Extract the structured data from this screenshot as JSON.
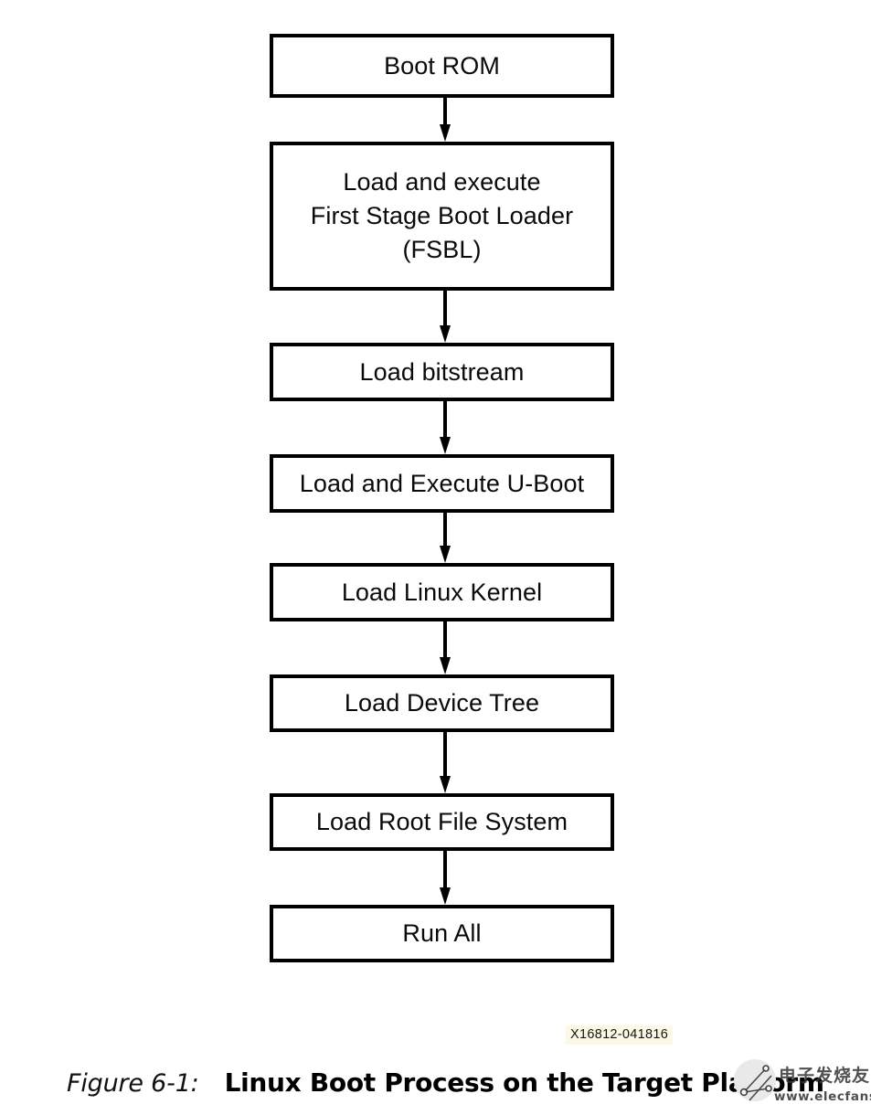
{
  "figure": {
    "id_stamp": "X16812-041816",
    "caption_number": "Figure 6-1:",
    "caption_title": "Linux Boot Process on the Target Platform"
  },
  "diagram": {
    "type": "flowchart",
    "orientation": "vertical",
    "background_color": "#ffffff",
    "node_border_color": "#000000",
    "node_fill_color": "#ffffff",
    "connector_color": "#000000",
    "nodes": [
      {
        "id": "boot-rom",
        "label": "Boot ROM"
      },
      {
        "id": "fsbl",
        "label": "Load and execute\nFirst Stage Boot Loader\n(FSBL)"
      },
      {
        "id": "load-bitstream",
        "label": "Load bitstream"
      },
      {
        "id": "u-boot",
        "label": "Load and Execute U-Boot"
      },
      {
        "id": "linux-kernel",
        "label": "Load Linux Kernel"
      },
      {
        "id": "device-tree",
        "label": "Load Device Tree"
      },
      {
        "id": "root-file-system",
        "label": "Load Root File System"
      },
      {
        "id": "run-all",
        "label": "Run All"
      }
    ],
    "edges": [
      {
        "from": "boot-rom",
        "to": "fsbl"
      },
      {
        "from": "fsbl",
        "to": "load-bitstream"
      },
      {
        "from": "load-bitstream",
        "to": "u-boot"
      },
      {
        "from": "u-boot",
        "to": "linux-kernel"
      },
      {
        "from": "linux-kernel",
        "to": "device-tree"
      },
      {
        "from": "device-tree",
        "to": "root-file-system"
      },
      {
        "from": "root-file-system",
        "to": "run-all"
      }
    ]
  },
  "watermark": {
    "chinese_text": "电子发烧友",
    "url_text": "www.elecfans.com"
  }
}
